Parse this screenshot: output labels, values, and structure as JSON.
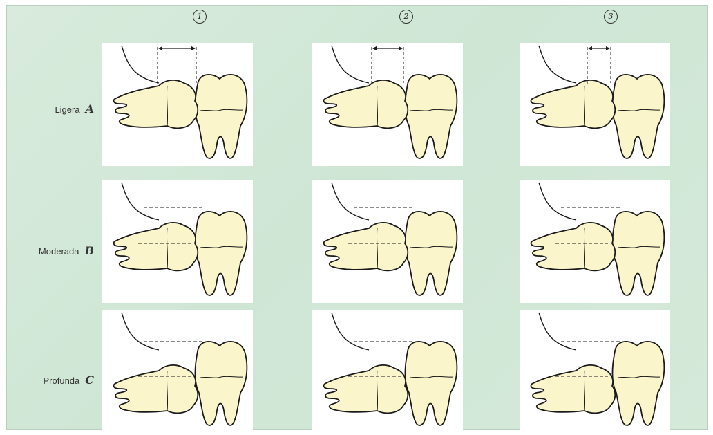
{
  "columns": [
    "1",
    "2",
    "3"
  ],
  "rows": [
    {
      "label": "Ligera",
      "letter": "A"
    },
    {
      "label": "Moderada",
      "letter": "B"
    },
    {
      "label": "Profunda",
      "letter": "C"
    }
  ],
  "colors": {
    "background": "#d3e8d8",
    "tooth_fill": "#fbf5cc",
    "line": "#1a1a1a"
  }
}
